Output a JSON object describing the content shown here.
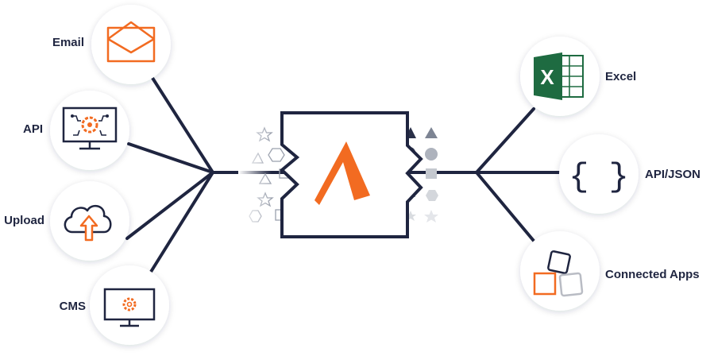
{
  "colors": {
    "navy": "#1f2540",
    "orange": "#f26b21",
    "gray": "#b9bcc4",
    "excel_green": "#1e6b41",
    "excel_dark": "#185c37"
  },
  "inputs": [
    {
      "label": "Email",
      "icon": "envelope-icon"
    },
    {
      "label": "API",
      "icon": "api-monitor-icon"
    },
    {
      "label": "Upload",
      "icon": "cloud-upload-icon"
    },
    {
      "label": "CMS",
      "icon": "cms-monitor-icon"
    }
  ],
  "outputs": [
    {
      "label": "Excel",
      "icon": "excel-icon",
      "glyph": "X"
    },
    {
      "label": "API/JSON",
      "icon": "json-braces-icon",
      "glyph": "{ }"
    },
    {
      "label": "Connected Apps",
      "icon": "connected-apps-icon"
    }
  ],
  "hub": {
    "icon": "altova-logo-icon"
  }
}
